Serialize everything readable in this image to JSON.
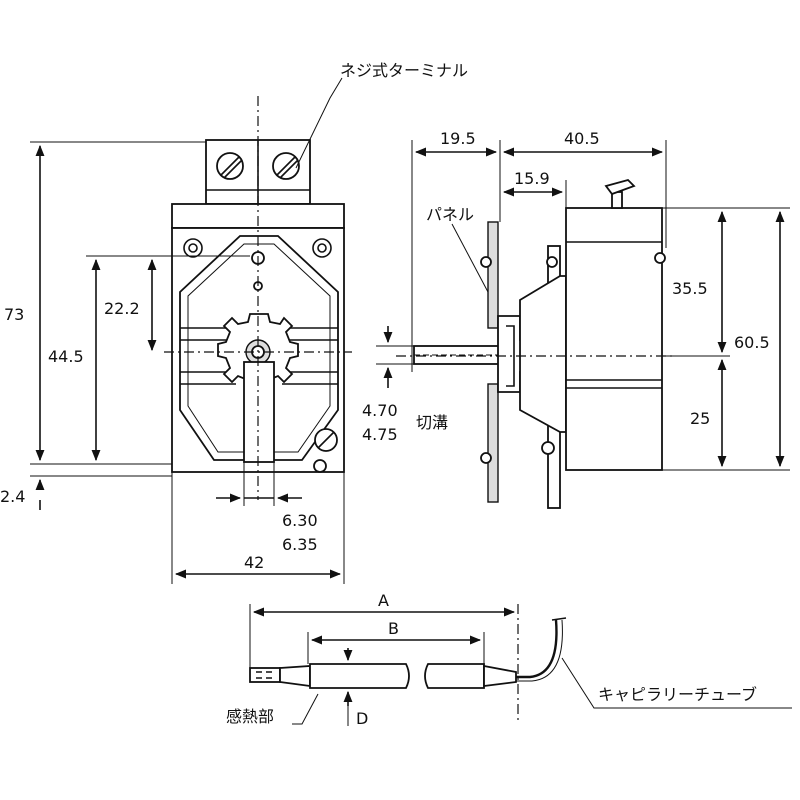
{
  "labels": {
    "screw_terminal": "ネジ式ターミナル",
    "panel": "パネル",
    "groove": "切溝",
    "sensing_part": "感熱部",
    "capillary_tube": "キャピラリーチューブ"
  },
  "dimensions": {
    "height_73": "73",
    "height_44_5": "44.5",
    "height_22_2": "22.2",
    "offset_2_4": "2.4",
    "width_42": "42",
    "shaft_6_30": "6.30",
    "shaft_6_35": "6.35",
    "groove_4_70": "4.70",
    "groove_4_75": "4.75",
    "depth_19_5": "19.5",
    "depth_40_5": "40.5",
    "depth_15_9": "15.9",
    "side_35_5": "35.5",
    "side_60_5": "60.5",
    "side_25": "25",
    "cap_A": "A",
    "cap_B": "B",
    "cap_D": "D"
  }
}
